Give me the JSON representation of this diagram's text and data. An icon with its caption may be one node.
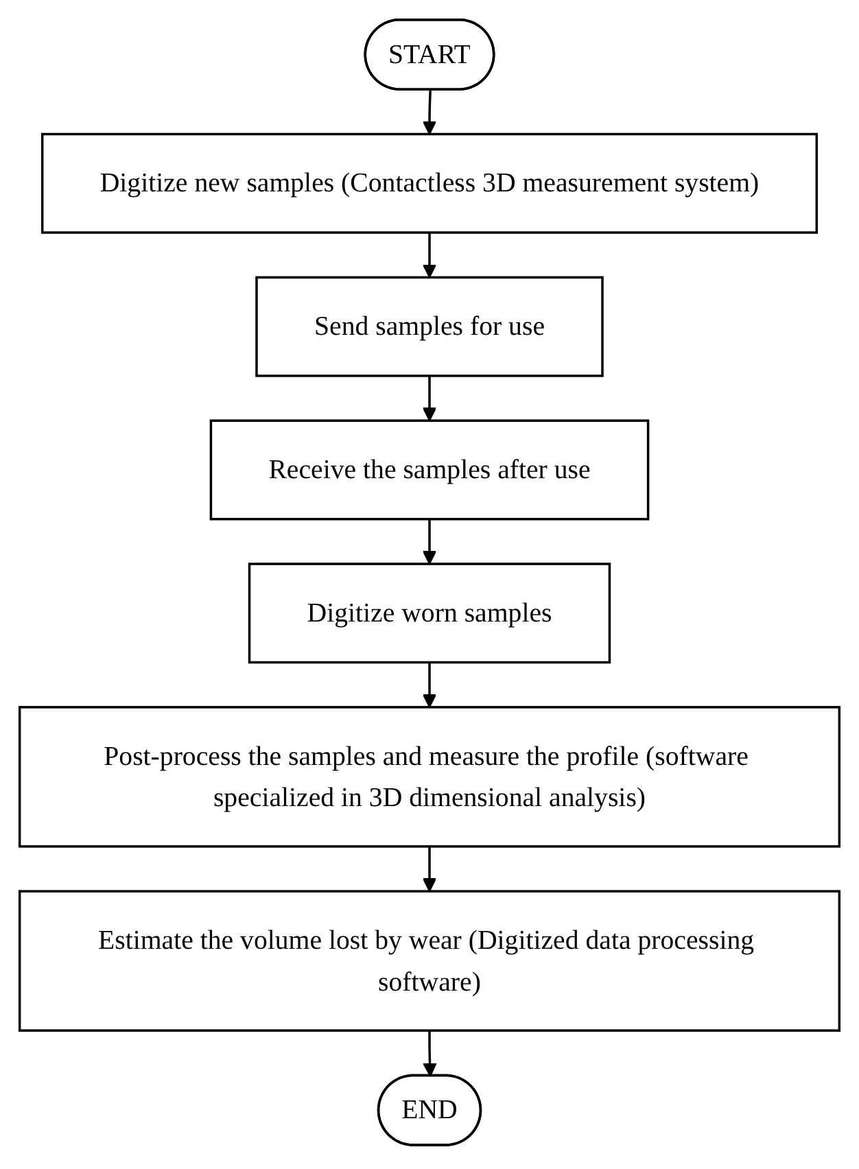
{
  "diagram": {
    "nodes": [
      {
        "text": [
          "START"
        ]
      },
      {
        "text": [
          "Digitize new samples (Contactless 3D measurement system)"
        ]
      },
      {
        "text": [
          "Send samples for use"
        ]
      },
      {
        "text": [
          "Receive the samples after use"
        ]
      },
      {
        "text": [
          "Digitize worn samples"
        ]
      },
      {
        "text": [
          "Post-process the samples and measure the profile (software specialized in 3D dimensional analysis)"
        ]
      },
      {
        "text": [
          "Estimate the volume lost by wear (Digitized data processing software)"
        ]
      },
      {
        "text": [
          "END"
        ]
      }
    ],
    "edges": [
      {
        "from": 0,
        "to": 1,
        "arrow": "to"
      },
      {
        "from": 1,
        "to": 2,
        "arrow": "to"
      },
      {
        "from": 2,
        "to": 3,
        "arrow": "to"
      },
      {
        "from": 3,
        "to": 4,
        "arrow": "to"
      },
      {
        "from": 4,
        "to": 5,
        "arrow": "to"
      },
      {
        "from": 5,
        "to": 6,
        "arrow": "to"
      },
      {
        "from": 6,
        "to": 7,
        "arrow": "to"
      }
    ]
  }
}
